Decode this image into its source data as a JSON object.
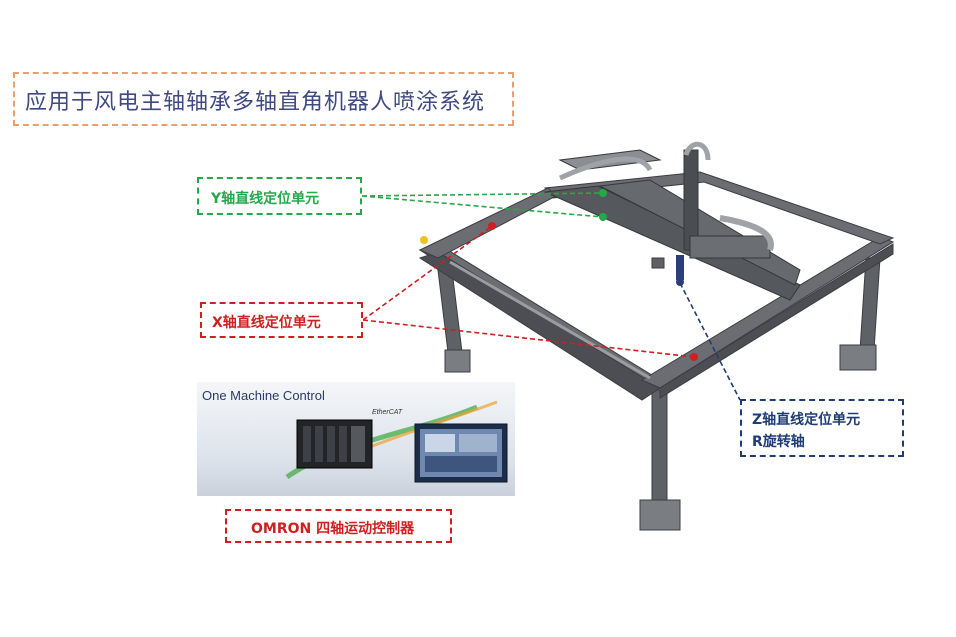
{
  "title": "应用于风电主轴轴承多轴直角机器人喷涂系统",
  "labels": {
    "y_axis": "Y轴直线定位单元",
    "x_axis": "X轴直线定位单元",
    "z_axis_line1": "Z轴直线定位单元",
    "z_axis_line2": "R旋转轴",
    "controller": "OMRON  四轴运动控制器"
  },
  "controller_image": {
    "title": "One Machine Control",
    "ethercat": "EtherCAT"
  },
  "colors": {
    "title_border": "#e8a070",
    "title_text": "#404a80",
    "y_color": "#25a84a",
    "x_color": "#d01f20",
    "z_color": "#1f3d74",
    "frame": "#6b6d72"
  }
}
